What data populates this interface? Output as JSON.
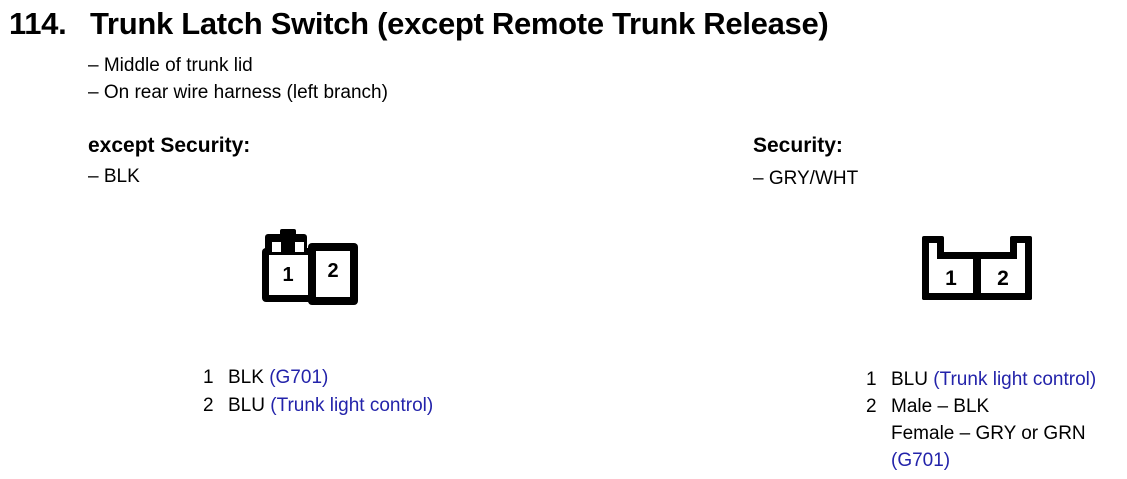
{
  "colors": {
    "ink": "#000000",
    "paper": "#ffffff",
    "reference_blue": "#2323aa"
  },
  "header": {
    "item_number": "114.",
    "title": "Trunk Latch Switch (except Remote Trunk Release)",
    "location_notes": [
      "– Middle of trunk lid",
      "– On rear wire harness (left branch)"
    ]
  },
  "sections": [
    {
      "heading": "except Security:",
      "wire_note": "– BLK",
      "connector": {
        "style": "2-cavity connector, latch tab on top of cavity 1",
        "cavities": [
          "1",
          "2"
        ]
      },
      "pins": [
        {
          "num": "1",
          "wire": "BLK",
          "dest": "(G701)"
        },
        {
          "num": "2",
          "wire": "BLU",
          "dest": "(Trunk light control)"
        }
      ]
    },
    {
      "heading": "Security:",
      "wire_note": "– GRY/WHT",
      "connector": {
        "style": "2-cavity connector, raised ears at both top corners",
        "cavities": [
          "1",
          "2"
        ]
      },
      "pins": [
        {
          "num": "1",
          "wire": "BLU",
          "dest": "(Trunk light control)"
        },
        {
          "num": "2",
          "wire": "Male – BLK",
          "wire_line2": "Female – GRY or GRN",
          "dest": "(G701)"
        }
      ]
    }
  ]
}
